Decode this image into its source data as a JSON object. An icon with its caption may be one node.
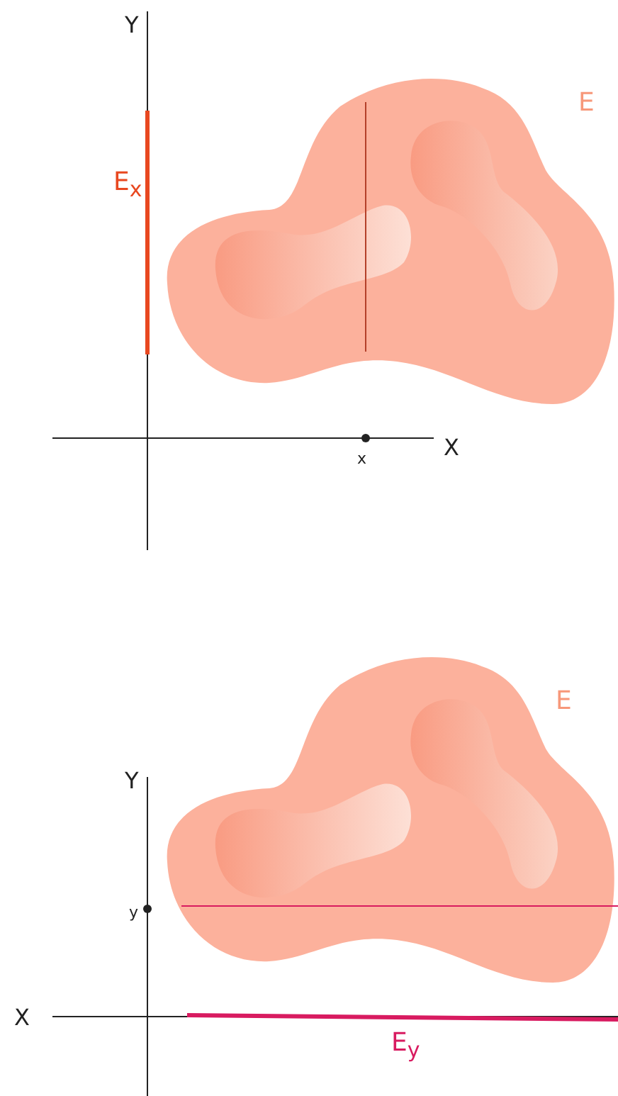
{
  "diagram": {
    "labels": [
      "Y",
      "E",
      "E$_{x}$",
      "x",
      "X",
      "E",
      "Y",
      "y",
      "X",
      "E$_{y}$"
    ]
  }
}
